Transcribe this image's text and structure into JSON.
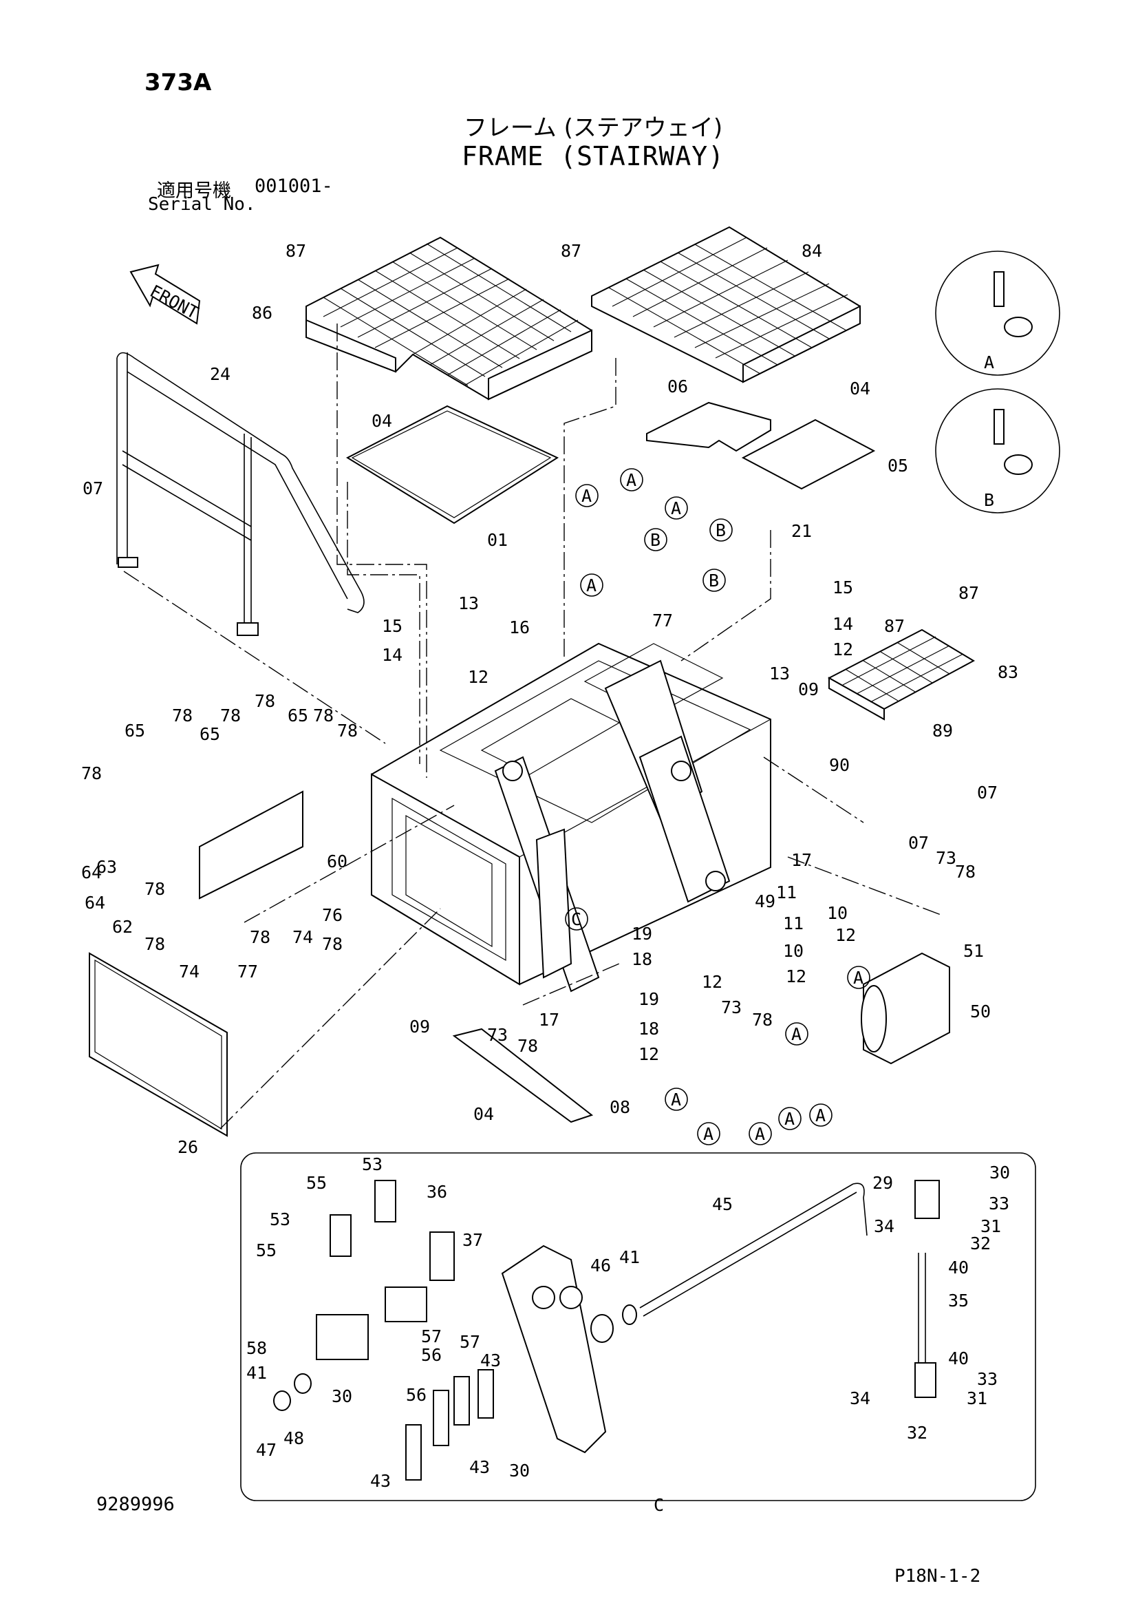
{
  "page_code": "373A",
  "title_jp": "フレーム (ステアウェイ)",
  "title_en": "FRAME (STAIRWAY)",
  "serial_label_jp": "適用号機",
  "serial_value": "001001-",
  "serial_label_en": "Serial No.",
  "front_arrow_label": "FRONT",
  "detail_markers": {
    "A": "A",
    "B": "B",
    "C": "C"
  },
  "part_callouts": [
    "87",
    "86",
    "87",
    "84",
    "24",
    "07",
    "04",
    "06",
    "04",
    "05",
    "01",
    "21",
    "77",
    "15",
    "13",
    "16",
    "14",
    "12",
    "15",
    "14",
    "12",
    "87",
    "87",
    "83",
    "13",
    "09",
    "89",
    "65",
    "78",
    "78",
    "65",
    "78",
    "65",
    "78",
    "78",
    "90",
    "07",
    "78",
    "64",
    "63",
    "60",
    "64",
    "62",
    "78",
    "78",
    "74",
    "78",
    "76",
    "78",
    "74",
    "77",
    "07",
    "17",
    "73",
    "78",
    "11",
    "49",
    "10",
    "11",
    "12",
    "10",
    "12",
    "19",
    "18",
    "12",
    "51",
    "50",
    "09",
    "73",
    "78",
    "17",
    "19",
    "18",
    "12",
    "73",
    "78",
    "04",
    "08",
    "26",
    "53",
    "55",
    "36",
    "29",
    "30",
    "45",
    "33",
    "53",
    "37",
    "34",
    "31",
    "32",
    "46",
    "41",
    "40",
    "55",
    "57",
    "35",
    "58",
    "41",
    "56",
    "57",
    "43",
    "40",
    "33",
    "30",
    "56",
    "34",
    "31",
    "47",
    "48",
    "43",
    "43",
    "30",
    "32"
  ],
  "document_number": "9289996",
  "page_reference": "P18N-1-2"
}
